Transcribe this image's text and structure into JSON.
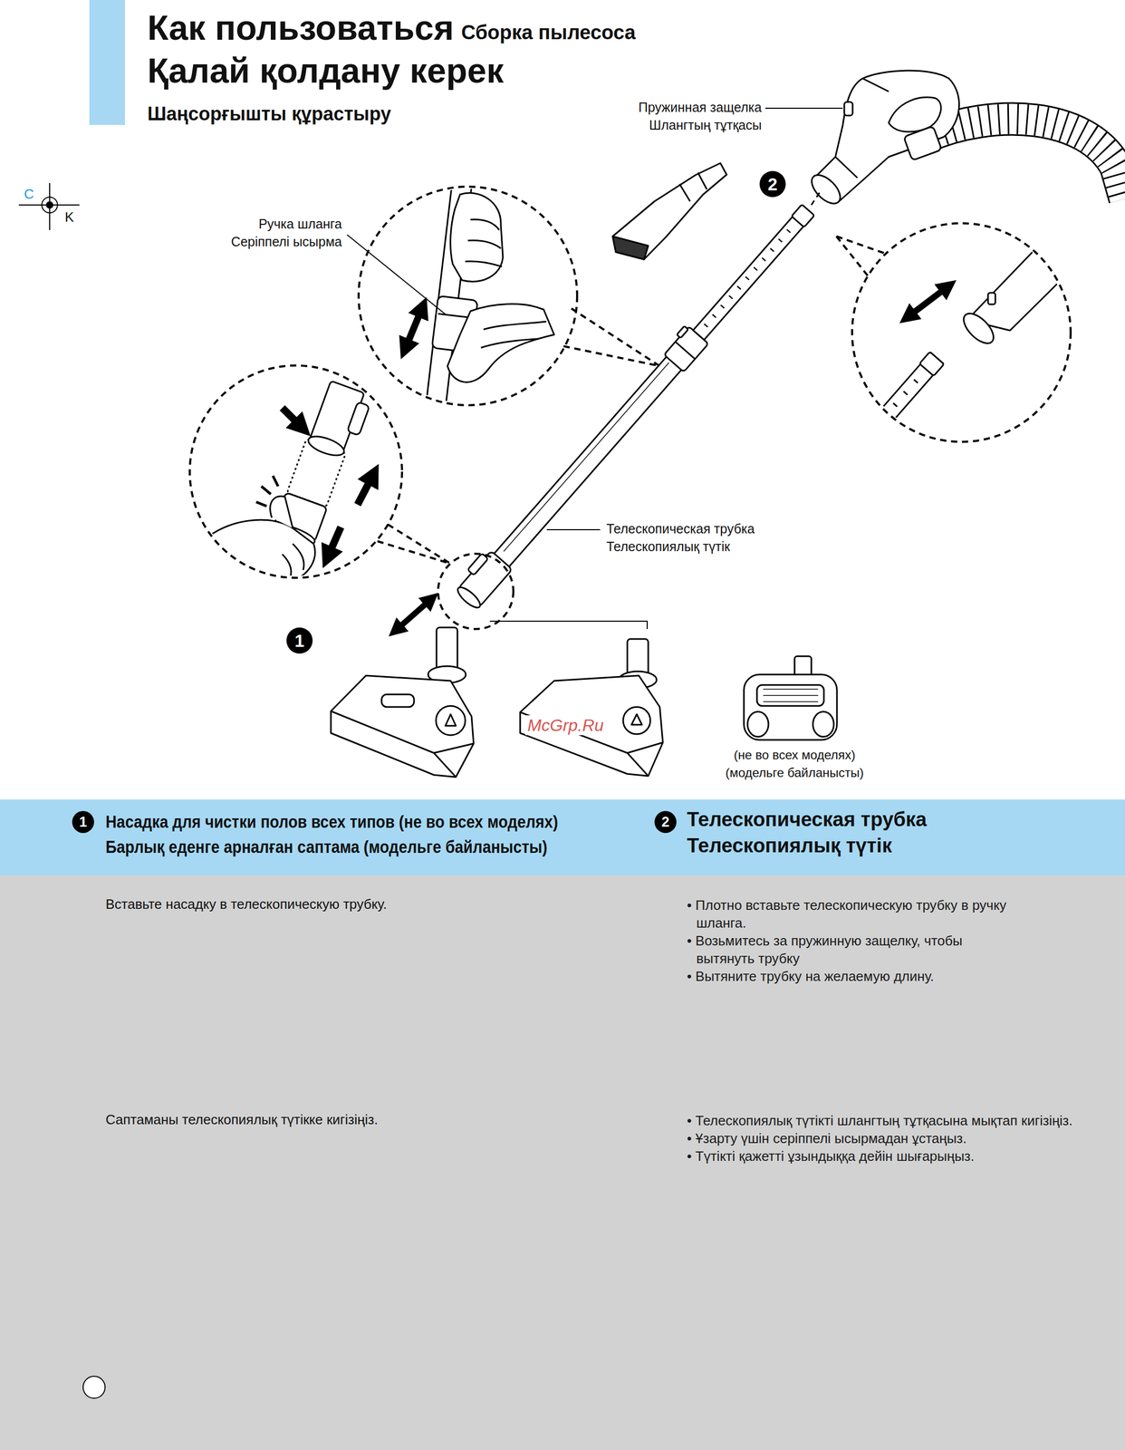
{
  "diagram": {
    "title": "Как пользоваться",
    "nodes": [
      {
        "text": [
          "Насадка для чистки полов всех типов (не во всех моделях)",
          "Барлық еденге арналған саптама (модельге байланысты)",
          "Телескопическая трубка",
          "Телескопиялық түтік"
        ]
      },
      {
        "text": [
          "Вставьте насадку в телескопическую трубку.",
          "• Плотно вставьте телескопическую трубку в ручку шланга.",
          "• Возьмитесь за пружинную защелку, чтобы вытянуть трубку",
          "• Вытяните трубку на желаемую длину.",
          "Саптаманы телескопиялық түтікке кигізіңіз.",
          "• Телескопиялық түтікті шлангтың тұтқасына мықтап кигізіңіз.",
          "• Ұзарту үшін серіппелі ысырмадан ұстаңыз.",
          "• Түтікті қажетті ұзындыққа дейін шығарыңыз."
        ]
      }
    ],
    "labels": [
      "Сборка пылесоса",
      "Қалай қолдану керек",
      "Шаңсорғышты құрастыру",
      "C",
      "K",
      "Пружинная защелка",
      "Шлангтың тұтқасы",
      "2",
      "Ручка шланга",
      "Серіппелі ысырма",
      "Телескопическая трубка",
      "Телескопиялық түтік",
      "1",
      "McGrp.Ru",
      "(не во всех моделях)",
      "(модельге байланысты)",
      "1",
      "2"
    ]
  }
}
